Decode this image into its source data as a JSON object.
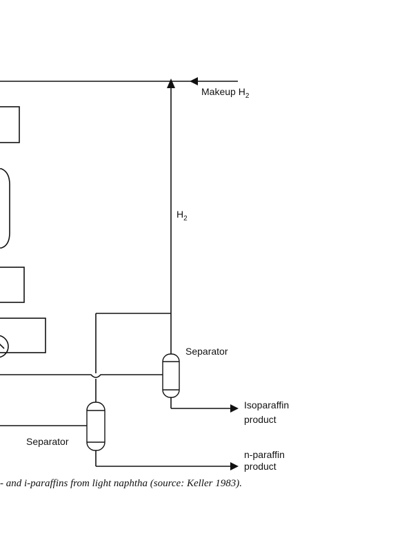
{
  "labels": {
    "makeup": "Makeup H",
    "makeup_sub": "2",
    "h2": "H",
    "h2_sub": "2",
    "separator_upper": "Separator",
    "separator_lower": "Separator",
    "isoparaffin_line1": "Isoparaffin",
    "isoparaffin_line2": "product",
    "nparaffin_line1": "n-paraffin",
    "nparaffin_line2": "product"
  },
  "caption": "- and i-paraffins from light naphtha (source: Keller 1983)."
}
